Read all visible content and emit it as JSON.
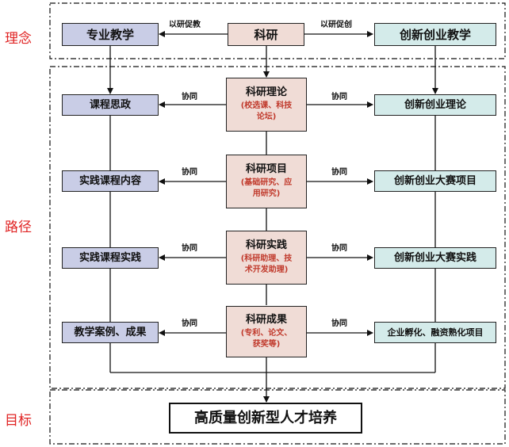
{
  "zones": {
    "concept": "理念",
    "path": "路径",
    "goal": "目标"
  },
  "top": {
    "center": "科研",
    "left": "专业教学",
    "right": "创新创业教学",
    "left_arrow_label": "以研促教",
    "right_arrow_label": "以研促创"
  },
  "link_label": "协同",
  "left_items": [
    "课程思政",
    "实践课程内容",
    "实践课程实践",
    "教学案例、成果"
  ],
  "right_items": [
    "创新创业理论",
    "创新创业大赛项目",
    "创新创业大赛实践",
    "企业孵化、融资熟化项目"
  ],
  "center_items": [
    {
      "title": "科研理论",
      "sub1": "(校选课、科技",
      "sub2": "论坛)"
    },
    {
      "title": "科研项目",
      "sub1": "(基础研究、应",
      "sub2": "用研究)"
    },
    {
      "title": "科研实践",
      "sub1": "(科研助理、技",
      "sub2": "术开发助理)"
    },
    {
      "title": "科研成果",
      "sub1": "(专利、论文、",
      "sub2": "获奖等)"
    }
  ],
  "goal": "高质量创新型人才培养"
}
